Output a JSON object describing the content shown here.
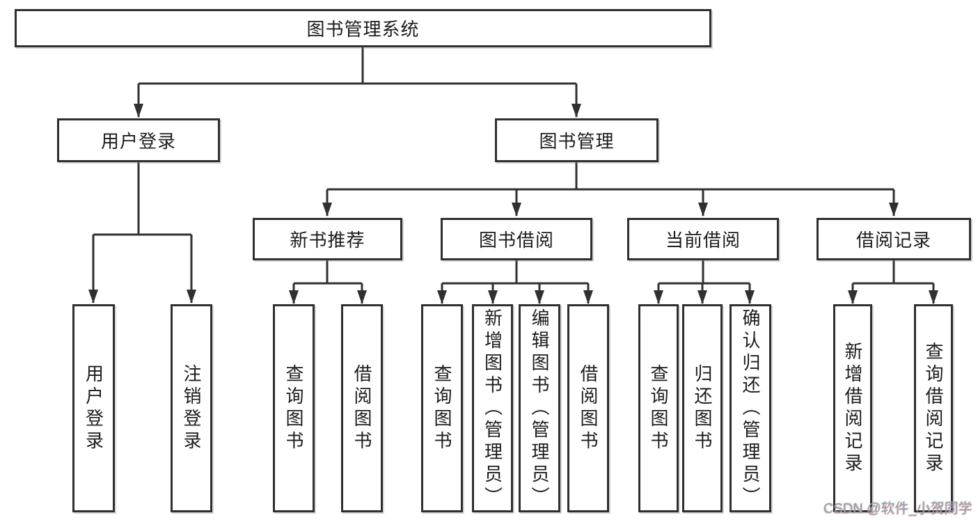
{
  "diagram": {
    "title": "图书管理系统",
    "root": {
      "label": "图书管理系统"
    },
    "level2": [
      {
        "label": "用户登录"
      },
      {
        "label": "图书管理"
      }
    ],
    "level3": [
      {
        "label": "新书推荐",
        "parent": "图书管理"
      },
      {
        "label": "图书借阅",
        "parent": "图书管理"
      },
      {
        "label": "当前借阅",
        "parent": "图书管理"
      },
      {
        "label": "借阅记录",
        "parent": "图书管理"
      }
    ],
    "leaves": [
      {
        "label": "用户登录",
        "parent": "用户登录"
      },
      {
        "label": "注销登录",
        "parent": "用户登录"
      },
      {
        "label": "查询图书",
        "parent": "新书推荐"
      },
      {
        "label": "借阅图书",
        "parent": "新书推荐"
      },
      {
        "label": "查询图书",
        "parent": "图书借阅"
      },
      {
        "label": "新增图书（管理员）",
        "parent": "图书借阅"
      },
      {
        "label": "编辑图书（管理员）",
        "parent": "图书借阅"
      },
      {
        "label": "借阅图书",
        "parent": "图书借阅"
      },
      {
        "label": "查询图书",
        "parent": "当前借阅"
      },
      {
        "label": "归还图书",
        "parent": "当前借阅"
      },
      {
        "label": "确认归还（管理员）",
        "parent": "当前借阅"
      },
      {
        "label": "新增借阅记录",
        "parent": "借阅记录"
      },
      {
        "label": "查询借阅记录",
        "parent": "借阅记录"
      }
    ],
    "colors": {
      "line": "#303030",
      "box_border": "#2f2f2f",
      "text": "#1c1c1c",
      "background": "#ffffff",
      "watermark": "#9e9e9e"
    }
  },
  "watermark": {
    "text": "CSDN @软件_小贺同学"
  }
}
